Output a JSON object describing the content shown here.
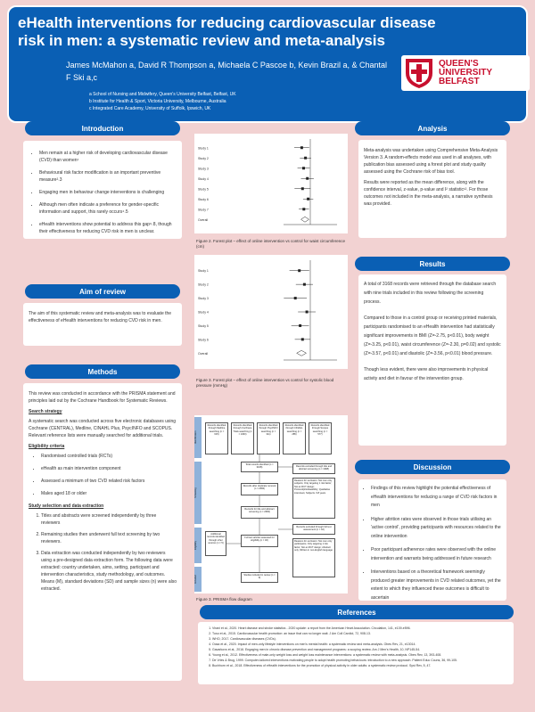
{
  "header": {
    "title": "eHealth interventions for reducing cardiovascular disease risk in men: a systematic review and meta-analysis",
    "authors": "James McMahon a, David R Thompson a, Michaela C Pascoe b, Kevin Brazil a, & Chantal F Ski a,c",
    "affiliations": [
      "a  School of Nursing and Midwifery, Queen's University Belfast, Belfast, UK",
      "b  Institute for Health & Sport, Victoria University, Melbourne, Australia",
      "c  Integrated Care Academy, University of Suffolk, Ipswich, UK"
    ],
    "logo_line1": "QUEEN'S",
    "logo_line2": "UNIVERSITY",
    "logo_line3": "BELFAST"
  },
  "colors": {
    "accent": "#0a5fb4",
    "background": "#f2d2d2",
    "brand_red": "#c8102e"
  },
  "introduction": {
    "title": "Introduction",
    "bullets": [
      "Men remain at a higher risk of developing cardiovascular disease (CVD) than women¹",
      "Behavioural risk factor modification is an important preventive measure²˒3",
      "Engaging men in behaviour change interventions is challenging",
      "Although men often indicate a preference for gender-specific information and support, this rarely occurs⁴˒5",
      "eHealth interventions show potential to address this gap⁶˒8, though their effectiveness for reducing CVD risk in men is unclear."
    ]
  },
  "aim": {
    "title": "Aim of review",
    "text": "The aim of this systematic review and meta-analysis was to evaluate the effectiveness of eHealth interventions for reducing CVD risk in men."
  },
  "methods": {
    "title": "Methods",
    "intro": "This review was conducted in accordance with the PRISMA statement and principles laid out by the Cochrane Handbook for Systematic Reviews.",
    "search_heading": "Search strategy",
    "search_text": "A systematic search was conducted across five electronic databases using Cochrane (CENTRAL), Medline, CINAHL Plus, PsycINFO and SCOPUS. Relevant reference lists were manually searched for additional trials.",
    "eligibility_heading": "Eligibility criteria",
    "eligibility": [
      "Randomised controlled trials (RCTs)",
      "eHealth as main intervention component",
      "Assessed a minimum of two CVD related risk factors",
      "Males aged 18 or older"
    ],
    "selection_heading": "Study selection and data extraction",
    "selection": [
      "Titles and abstracts were screened independently by three reviewers",
      "Remaining studies then underwent full text screening by two reviewers.",
      "Data extraction was conducted independently by two reviewers using a pre-designed data extraction form. The following data were extracted: country undertaken, aims, setting, participant and intervention characteristics, study methodology, and outcomes. Means (M), standard deviations (SD) and sample sizes (n) were also extracted."
    ]
  },
  "figures": {
    "fig2_caption": "Figure 2. Forest plot – effect of online intervention vs control for waist circumference (cm)",
    "fig3_caption": "Figure 3. Forest plot – effect of online intervention vs control for systolic blood pressure (mmHg)",
    "prisma_caption": "Figure 3. PRISMA flow diagram"
  },
  "prisma": {
    "stages": [
      "Identification",
      "Screening",
      "Eligibility",
      "Included"
    ],
    "boxes": {
      "medline": "Records identified through Medline searching (n = 615)",
      "cochrane": "Records identified through Cochrane Trials searching (n = 1360)",
      "psycinfo": "Records identified through PsycINFO searching (n = 311)",
      "cinahl": "Records identified through CINAHL searching (n = 285)",
      "scopus": "Records identified through Scopus searching (n = 577)",
      "total": "Total records identified (n = 3168)",
      "after_dup": "Records after duplicate removal (n = 2084)",
      "screened": "Records for title and abstract screening (n = 2084)",
      "additional": "Additional records identified through other sources (n = 5)",
      "fulltext": "Full text articles assessed for eligibility (n = 46)",
      "included": "Studies included in review (n = 9)",
      "excluded_ta": "Records excluded through title and abstract screening (n = 1998)",
      "excluded_reasons": "Reasons for exclusion: Not men only subjects; Only targeting 1 risk factor; Not an RCT design; Protocol/pilot/feasibility; Qualitative interviews; Subjects <18 years",
      "excluded_ft": "Records excluded through full text assessment (n = 42)",
      "excluded_ft_reasons": "Reasons for exclusion: Not men only participants; Only targeting 1 risk factor; Not an RCT design; Abstract only; Written in non-English language"
    }
  },
  "analysis": {
    "title": "Analysis",
    "p1": "Meta-analysis was undertaken using Comprehensive Meta-Analysis Version 3. A random-effects model was used in all analyses, with publication bias assessed using a forest plot and study quality assessed using the Cochrane risk of bias tool.",
    "p2": "Results were reported as the mean difference, along with the confidence interval, z-value, p-value and I² statistic¹². For those outcomes not included in the meta-analysis, a narrative synthesis was provided."
  },
  "results": {
    "title": "Results",
    "p1": "A total of 3168 records were retrieved through the database search with nine trials included in this review following the screening process.",
    "p2": "Compared to those in a control group or receiving printed materials, participants randomised to an eHealth intervention had statistically significant improvements in BMI (Z=-2.75, p<0.01), body weight (Z=-3.25, p<0.01), waist circumference (Z=-2.30, p=0.02) and systolic (Z=-3.57, p<0.01) and diastolic (Z=-3.56, p<0.01) blood pressure.",
    "p3": "Though less evident, there were also improvements in physical activity and diet in favour of the intervention group."
  },
  "discussion": {
    "title": "Discussion",
    "bullets": [
      "Findings of this review highlight the potential effectiveness of eHealth interventions for reducing a range of CVD risk factors in men",
      "Higher attrition rates were observed in those trials utilising an 'active control', providing participants with resources related to the online intervention",
      "Poor participant adherence rates were observed with the online intervention and warrants being addressed in future research",
      "Interventions based on a theoretical framework seemingly produced greater improvements in CVD related outcomes, yet the extent to which they influenced these outcomes is difficult to ascertain"
    ]
  },
  "references": {
    "title": "References",
    "items": [
      "Virani et al., 2020. Heart disease and stroke statistics - 2020 update: a report from the American Heart Association. Circulation, 141, e139-e596.",
      "Tuso et al., 2015. Cardiovascular health promotion: an issue that can no longer wait. J Am Coll Cardiol, 72, 908-13.",
      "WHO, 2017. Cardiovascular diseases (CVDs).",
      "Oosa et al., 2020. Impact of men-only lifestyle interventions on men's mental health: a systematic review and meta-analysis. Obes Rev, 21, e13014.",
      "Gavarkovs et al., 2016. Engaging men in chronic disease prevention and management programs: a scoping review. Am J Men's Health, 10, NP145-54.",
      "Young et al., 2012. Effectiveness of male-only weight loss and weight loss maintenance interventions: a systematic review with meta-analysis. Obes Rev, 13, 393-408.",
      "De Vries & Brug, 1999. Computer-tailored interventions motivating people to adopt health promoting behaviours: introduction to a new approach. Patient Educ Couns, 36, 99-105.",
      "Buchhorn et al., 2018. Effectiveness of eHealth interventions for the promotion of physical activity in older adults: a systematic review protocol. Syst Rev, 5, 47."
    ]
  },
  "chart_data": [
    {
      "type": "forest",
      "rows": [
        "Study 1",
        "Study 2",
        "Study 3",
        "Study 4",
        "Study 5",
        "Study 6",
        "Study 7",
        "Overall"
      ],
      "mean_difference": [
        -3.2,
        -1.8,
        -2.5,
        -1.1,
        -2.9,
        -0.8,
        -2.4,
        -2.0
      ],
      "lower": [
        -6.0,
        -3.9,
        -4.8,
        -3.5,
        -5.9,
        -2.7,
        -4.3,
        -3.5
      ],
      "upper": [
        -0.4,
        0.3,
        -0.2,
        1.3,
        0.1,
        1.1,
        -0.5,
        -0.5
      ],
      "xlim": [
        -10,
        10
      ]
    },
    {
      "type": "forest",
      "rows": [
        "Study 1",
        "Study 2",
        "Study 3",
        "Study 4",
        "Study 5",
        "Study 6",
        "Overall"
      ],
      "mean_difference": [
        -4.1,
        -2.2,
        -5.6,
        -1.3,
        -3.8,
        -2.9,
        -3.3
      ],
      "lower": [
        -7.8,
        -5.4,
        -9.9,
        -4.6,
        -7.1,
        -5.8,
        -5.1
      ],
      "upper": [
        -0.4,
        1.0,
        -1.3,
        2.0,
        -0.5,
        0.0,
        -1.5
      ],
      "xlim": [
        -10,
        10
      ]
    }
  ]
}
